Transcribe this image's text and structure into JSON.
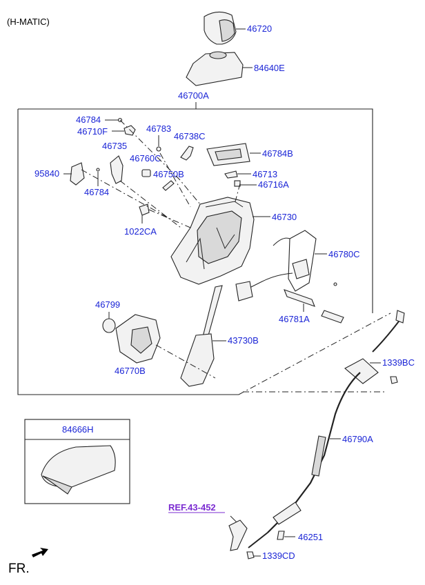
{
  "header": {
    "variant": "(H-MATIC)"
  },
  "ref_link": "REF.43-452",
  "front_marker": "FR.",
  "inset_label": "84666H",
  "parts": {
    "knob": "46720",
    "boot": "84640E",
    "assembly": "46700A",
    "p46784_top": "46784",
    "p46710F": "46710F",
    "p46783": "46783",
    "p46738C": "46738C",
    "p46735": "46735",
    "p46784B": "46784B",
    "p46760C": "46760C",
    "p95840": "95840",
    "p46750B": "46750B",
    "p46713": "46713",
    "p46784_low": "46784",
    "p46716A": "46716A",
    "p46730": "46730",
    "p1022CA": "1022CA",
    "p46780C": "46780C",
    "p46799": "46799",
    "p46781A": "46781A",
    "p43730B": "43730B",
    "p46770B": "46770B",
    "p1339BC": "1339BC",
    "p46790A": "46790A",
    "p46251": "46251",
    "p1339CD": "1339CD"
  }
}
